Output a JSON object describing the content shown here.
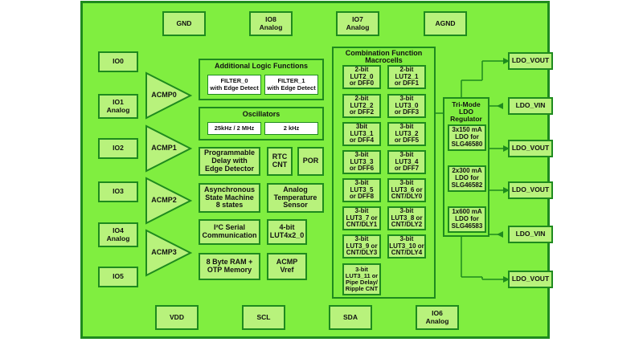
{
  "pins": {
    "top": [
      "GND",
      "IO8\nAnalog",
      "IO7\nAnalog",
      "AGND"
    ],
    "left": [
      "IO0",
      "IO1\nAnalog",
      "IO2",
      "IO3",
      "IO4\nAnalog",
      "IO5"
    ],
    "bottom": [
      "VDD",
      "SCL",
      "SDA",
      "IO6\nAnalog"
    ],
    "right": [
      "LDO_VOUT",
      "LDO_VIN",
      "LDO_VOUT",
      "LDO_VOUT",
      "LDO_VIN",
      "LDO_VOUT"
    ]
  },
  "acmps": [
    "ACMP0",
    "ACMP1",
    "ACMP2",
    "ACMP3"
  ],
  "logic": {
    "title": "Additional Logic Functions",
    "filter0": "FILTER_0\nwith Edge Detect",
    "filter1": "FILTER_1\nwith Edge Detect"
  },
  "oscillators": {
    "title": "Oscillators",
    "f1": "25kHz / 2 MHz",
    "f2": "2 kHz"
  },
  "blocks": {
    "delay": "Programmable\nDelay with\nEdge Detector",
    "rtc": "RTC\nCNT",
    "por": "POR",
    "asm": "Asynchronous\nState Machine\n8 states",
    "temp": "Analog\nTemperature\nSensor",
    "i2c": "I²C Serial\nCommunication",
    "lut4": "4-bit\nLUT4x2_0",
    "ram": "8 Byte RAM +\nOTP Memory",
    "acmpvref": "ACMP\nVref"
  },
  "macrocells": {
    "title": "Combination Function\nMacrocells",
    "cells": [
      "2-bit\nLUT2_0\nor DFF0",
      "2-bit\nLUT2_1\nor DFF1",
      "2-bit\nLUT2_2\nor DFF2",
      "3-bit\nLUT3_0\nor DFF3",
      "3bit\nLUT3_1\nor DFF4",
      "3-bit\nLUT3_2\nor DFF5",
      "3-bit\nLUT3_3\nor DFF6",
      "3-bit\nLUT3_4\nor DFF7",
      "3-bit\nLUT3_5\nor DFF8",
      "3-bit\nLUT3_6 or\nCNT/DLY0",
      "3-bit\nLUT3_7 or\nCNT/DLY1",
      "3-bit\nLUT3_8 or\nCNT/DLY2",
      "3-bit\nLUT3_9 or\nCNT/DLY3",
      "3-bit\nLUT3_10 or\nCNT/DLY4",
      "3-bit\nLUT3_11 or\nPipe Delay/\nRipple CNT"
    ]
  },
  "ldo": {
    "title": "Tri-Mode LDO\nRegulator",
    "items": [
      "3x150 mA\nLDO for\nSLG46580",
      "2x300 mA\nLDO for\nSLG46582",
      "1x600 mA\nLDO for\nSLG46583"
    ]
  }
}
